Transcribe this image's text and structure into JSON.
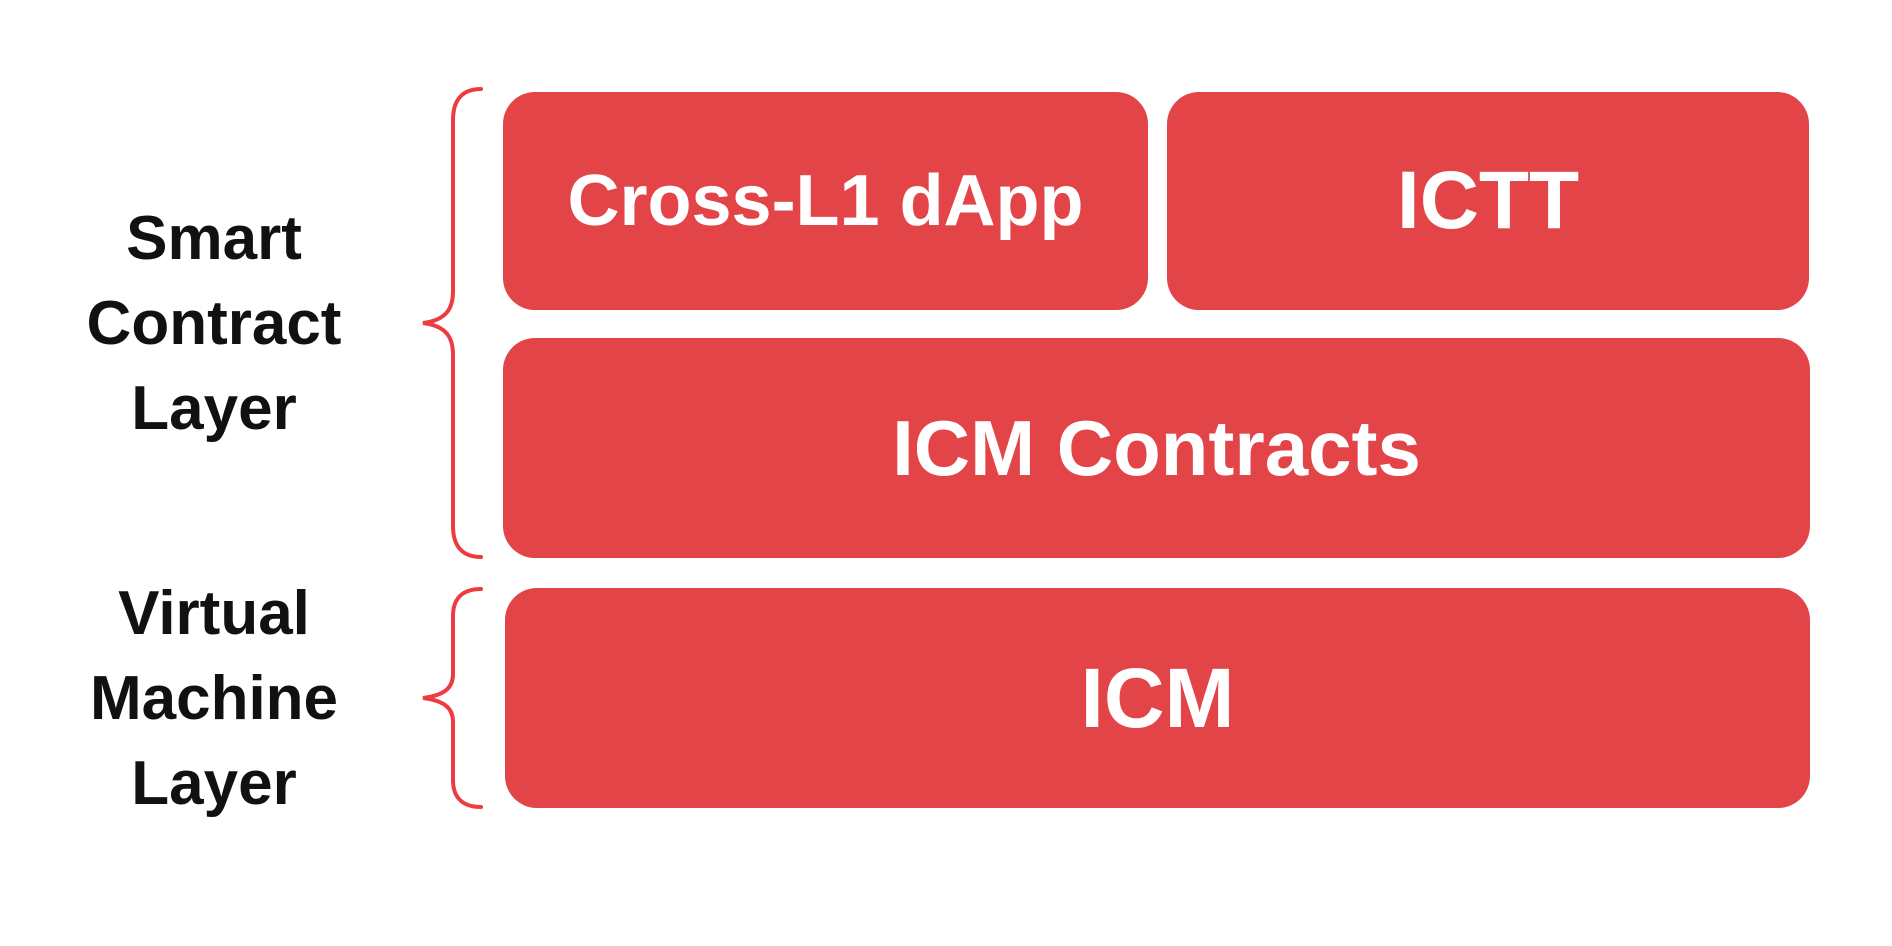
{
  "colors": {
    "background": "#FFFFFF",
    "box_fill": "#E34447",
    "box_text": "#FFFFFF",
    "brace_stroke": "#EE3B40",
    "label_text": "#111111"
  },
  "diagram": {
    "layers": [
      {
        "name": "smart-contract-layer",
        "label_lines": [
          "Smart",
          "Contract",
          "Layer"
        ],
        "boxes": [
          {
            "label": "Cross-L1 dApp"
          },
          {
            "label": "ICTT"
          },
          {
            "label": "ICM Contracts"
          }
        ]
      },
      {
        "name": "virtual-machine-layer",
        "label_lines": [
          "Virtual",
          "Machine",
          "Layer"
        ],
        "boxes": [
          {
            "label": "ICM"
          }
        ]
      }
    ]
  }
}
